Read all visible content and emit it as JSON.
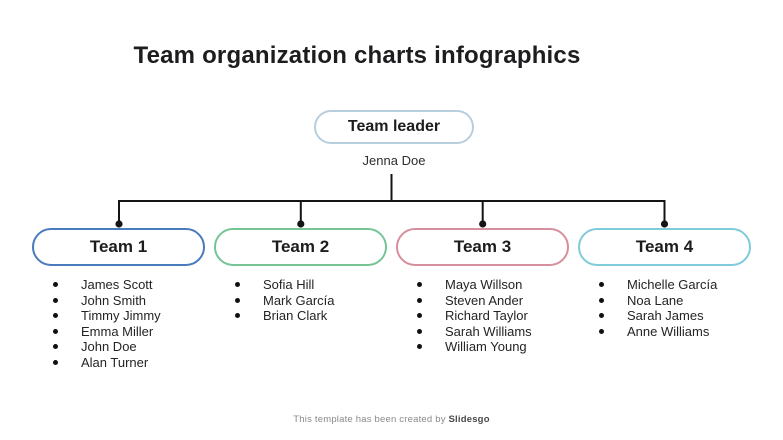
{
  "slide": {
    "title": "Team organization charts infographics",
    "leader": {
      "label": "Team leader",
      "name": "Jenna Doe"
    },
    "teams": [
      {
        "label": "Team 1",
        "color": "#4a7bbd",
        "members": [
          "James Scott",
          "John Smith",
          "Timmy Jimmy",
          "Emma Miller",
          "John Doe",
          "Alan Turner"
        ]
      },
      {
        "label": "Team 2",
        "color": "#76c495",
        "members": [
          "Sofia Hill",
          "Mark García",
          "Brian Clark"
        ]
      },
      {
        "label": "Team 3",
        "color": "#d78f9d",
        "members": [
          "Maya Willson",
          "Steven Ander",
          "Richard Taylor",
          "Sarah Williams",
          "William Young"
        ]
      },
      {
        "label": "Team 4",
        "color": "#7fcbd9",
        "members": [
          "Michelle García",
          "Noa Lane",
          "Sarah James",
          "Anne Williams"
        ]
      }
    ],
    "footer": {
      "text": "This template has been created by",
      "brand": "Slidesgo"
    },
    "colors": {
      "leader_border": "#b7cedf",
      "connector": "#141414",
      "title_text": "#1d1d1f",
      "body_text": "#242424",
      "footer_text": "#8a8a8a"
    }
  }
}
